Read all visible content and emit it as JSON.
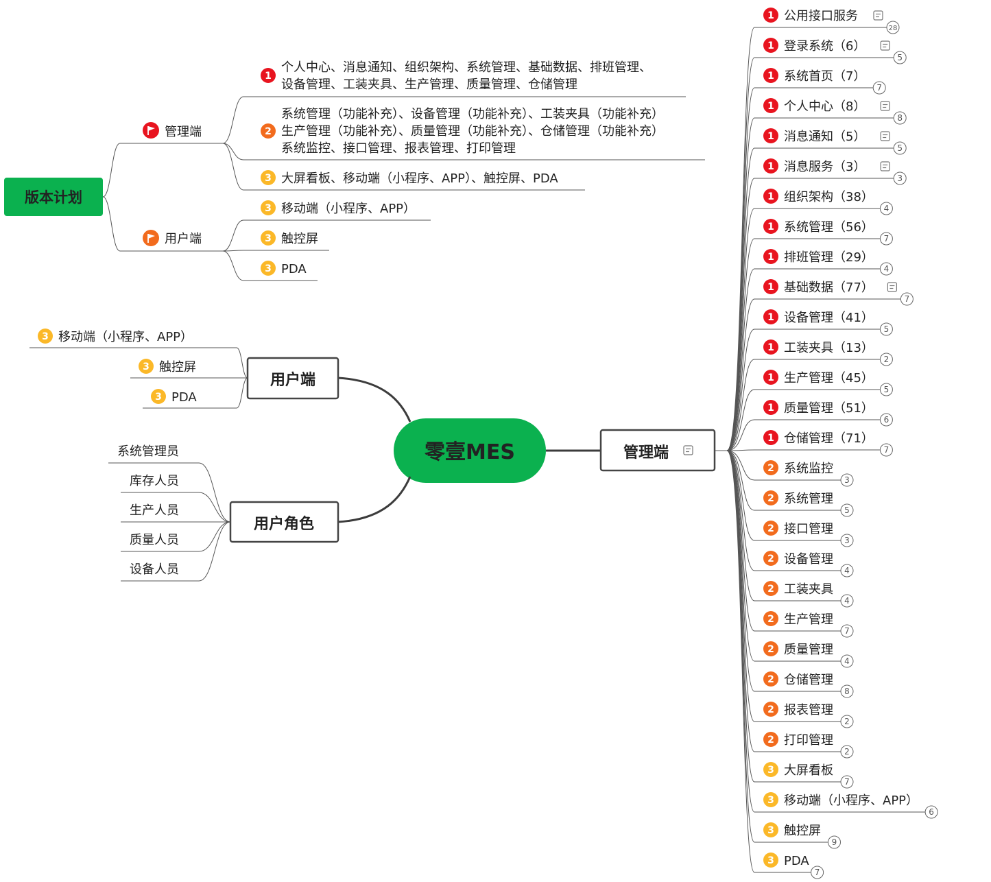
{
  "center": {
    "label": "零壹MES"
  },
  "colors": {
    "green": "#0bb14f",
    "p1": "#e8141f",
    "p2": "#f26b1d",
    "p3": "#fbb828",
    "line": "#3c3c3c",
    "branch": "#555555",
    "flag_red": "#e8141f",
    "flag_orange": "#f26b1d"
  },
  "version_plan": {
    "root": "版本计划",
    "admin": {
      "label": "管理端",
      "flag": "flag-red-icon",
      "items": [
        {
          "priority": 1,
          "lines": [
            "个人中心、消息通知、组织架构、系统管理、基础数据、排班管理、",
            "设备管理、工装夹具、生产管理、质量管理、仓储管理"
          ]
        },
        {
          "priority": 2,
          "lines": [
            "系统管理（功能补充）、设备管理（功能补充）、工装夹具（功能补充）",
            "生产管理（功能补充）、质量管理（功能补充）、仓储管理（功能补充）",
            "系统监控、接口管理、报表管理、打印管理"
          ]
        },
        {
          "priority": 3,
          "lines": [
            "大屏看板、移动端（小程序、APP）、触控屏、PDA"
          ]
        }
      ]
    },
    "user": {
      "label": "用户端",
      "flag": "flag-orange-icon",
      "items": [
        {
          "priority": 3,
          "lines": [
            "移动端（小程序、APP）"
          ]
        },
        {
          "priority": 3,
          "lines": [
            "触控屏"
          ]
        },
        {
          "priority": 3,
          "lines": [
            "PDA"
          ]
        }
      ]
    }
  },
  "user_client": {
    "label": "用户端",
    "items": [
      {
        "priority": 3,
        "label": "移动端（小程序、APP）"
      },
      {
        "priority": 3,
        "label": "触控屏"
      },
      {
        "priority": 3,
        "label": "PDA"
      }
    ]
  },
  "user_roles": {
    "label": "用户角色",
    "items": [
      "系统管理员",
      "库存人员",
      "生产人员",
      "质量人员",
      "设备人员"
    ]
  },
  "admin_client": {
    "label": "管理端",
    "note_icon": "note-icon",
    "items": [
      {
        "priority": 1,
        "label": "公用接口服务",
        "note": true,
        "count": "28"
      },
      {
        "priority": 1,
        "label": "登录系统（6）",
        "note": true,
        "count": "5"
      },
      {
        "priority": 1,
        "label": "系统首页（7）",
        "note": false,
        "count": "7"
      },
      {
        "priority": 1,
        "label": "个人中心（8）",
        "note": true,
        "count": "8"
      },
      {
        "priority": 1,
        "label": "消息通知（5）",
        "note": true,
        "count": "5"
      },
      {
        "priority": 1,
        "label": "消息服务（3）",
        "note": true,
        "count": "3"
      },
      {
        "priority": 1,
        "label": "组织架构（38）",
        "note": false,
        "count": "4"
      },
      {
        "priority": 1,
        "label": "系统管理（56）",
        "note": false,
        "count": "7"
      },
      {
        "priority": 1,
        "label": "排班管理（29）",
        "note": false,
        "count": "4"
      },
      {
        "priority": 1,
        "label": "基础数据（77）",
        "note": true,
        "count": "7"
      },
      {
        "priority": 1,
        "label": "设备管理（41）",
        "note": false,
        "count": "5"
      },
      {
        "priority": 1,
        "label": "工装夹具（13）",
        "note": false,
        "count": "2"
      },
      {
        "priority": 1,
        "label": "生产管理（45）",
        "note": false,
        "count": "5"
      },
      {
        "priority": 1,
        "label": "质量管理（51）",
        "note": false,
        "count": "6"
      },
      {
        "priority": 1,
        "label": "仓储管理（71）",
        "note": false,
        "count": "7"
      },
      {
        "priority": 2,
        "label": "系统监控",
        "note": false,
        "count": "3"
      },
      {
        "priority": 2,
        "label": "系统管理",
        "note": false,
        "count": "5"
      },
      {
        "priority": 2,
        "label": "接口管理",
        "note": false,
        "count": "3"
      },
      {
        "priority": 2,
        "label": "设备管理",
        "note": false,
        "count": "4"
      },
      {
        "priority": 2,
        "label": "工装夹具",
        "note": false,
        "count": "4"
      },
      {
        "priority": 2,
        "label": "生产管理",
        "note": false,
        "count": "7"
      },
      {
        "priority": 2,
        "label": "质量管理",
        "note": false,
        "count": "4"
      },
      {
        "priority": 2,
        "label": "仓储管理",
        "note": false,
        "count": "8"
      },
      {
        "priority": 2,
        "label": "报表管理",
        "note": false,
        "count": "2"
      },
      {
        "priority": 2,
        "label": "打印管理",
        "note": false,
        "count": "2"
      },
      {
        "priority": 3,
        "label": "大屏看板",
        "note": false,
        "count": "7"
      },
      {
        "priority": 3,
        "label": "移动端（小程序、APP）",
        "note": false,
        "count": "6"
      },
      {
        "priority": 3,
        "label": "触控屏",
        "note": false,
        "count": "9"
      },
      {
        "priority": 3,
        "label": "PDA",
        "note": false,
        "count": "7"
      }
    ]
  }
}
